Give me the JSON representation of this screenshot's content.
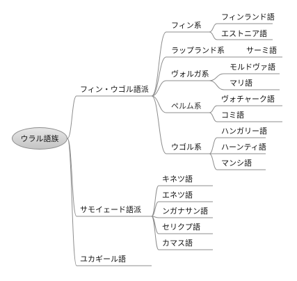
{
  "colors": {
    "line": "#8c8c8c",
    "root_fill": "#d0d0d0"
  },
  "root": {
    "label": "ウラル語族"
  },
  "branches": [
    {
      "label": "フィン・ウゴル語派",
      "groups": [
        {
          "label": "フィン系",
          "items": [
            "フィンランド語",
            "エストニア語"
          ]
        },
        {
          "label": "ラップランド系",
          "items": [
            "サーミ語"
          ]
        },
        {
          "label": "ヴォルガ系",
          "items": [
            "モルドヴァ語",
            "マリ語"
          ]
        },
        {
          "label": "ペルム系",
          "items": [
            "ヴォチャーク語",
            "コミ語"
          ]
        },
        {
          "label": "ウゴル系",
          "items": [
            "ハンガリー語",
            "ハーンティ語",
            "マンシ語"
          ]
        }
      ]
    },
    {
      "label": "サモイェード語派",
      "items": [
        "キネツ語",
        "エネツ語",
        "ンガナサン語",
        "セリクプ語",
        "カマス語"
      ]
    },
    {
      "label": "ユカギール語"
    }
  ]
}
